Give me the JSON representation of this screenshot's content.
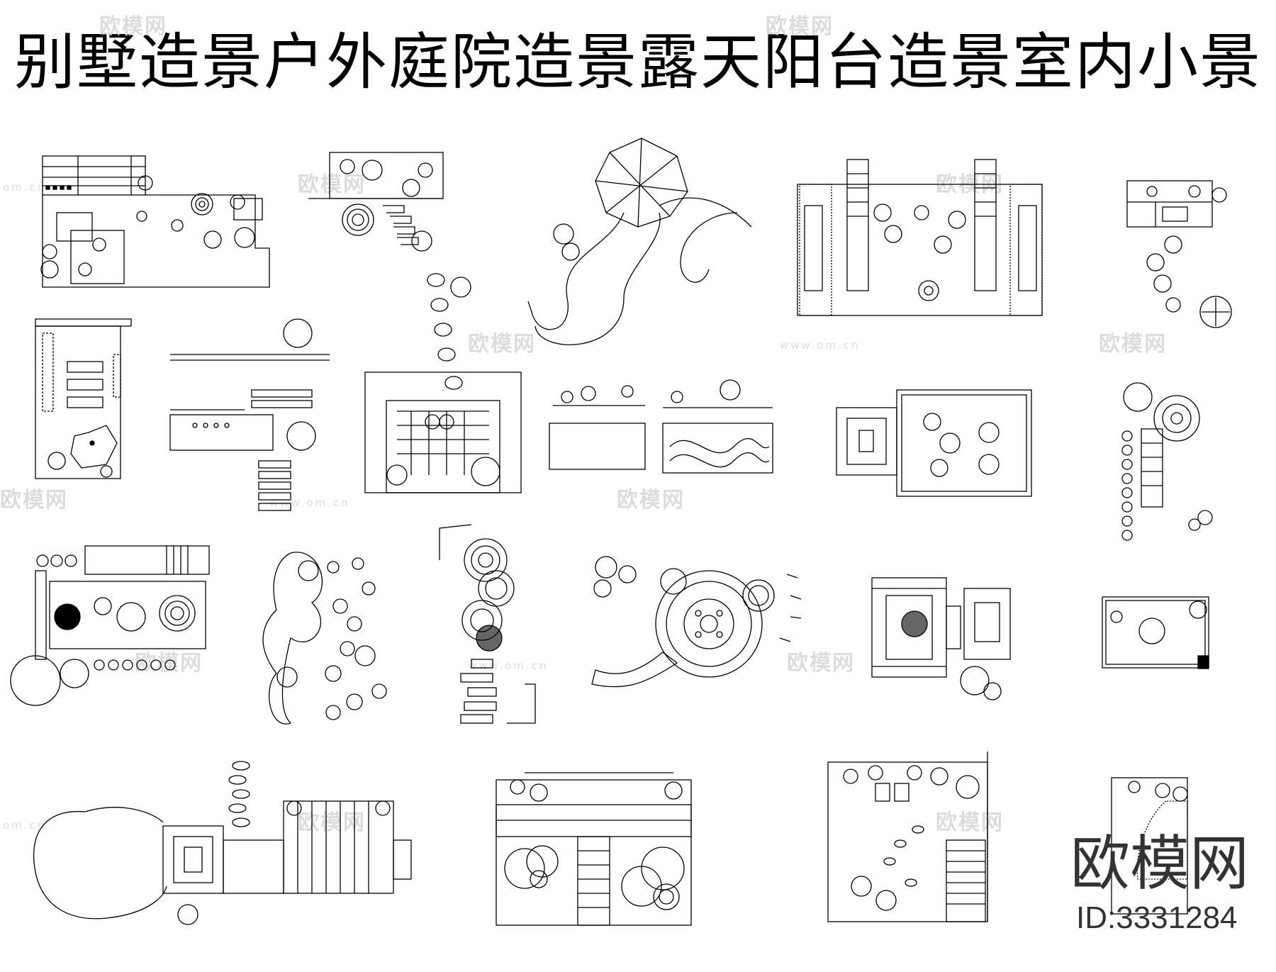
{
  "title": "别墅造景户外庭院造景露天阳台造景室内小景",
  "watermark": {
    "brand": "欧模网",
    "url": "www.om.cn",
    "short_url": "om.cn"
  },
  "logo": {
    "brand": "欧模网",
    "id": "ID:3331284"
  },
  "colors": {
    "line": "#000000",
    "watermark": "#dcdcdc",
    "background": "#ffffff"
  }
}
